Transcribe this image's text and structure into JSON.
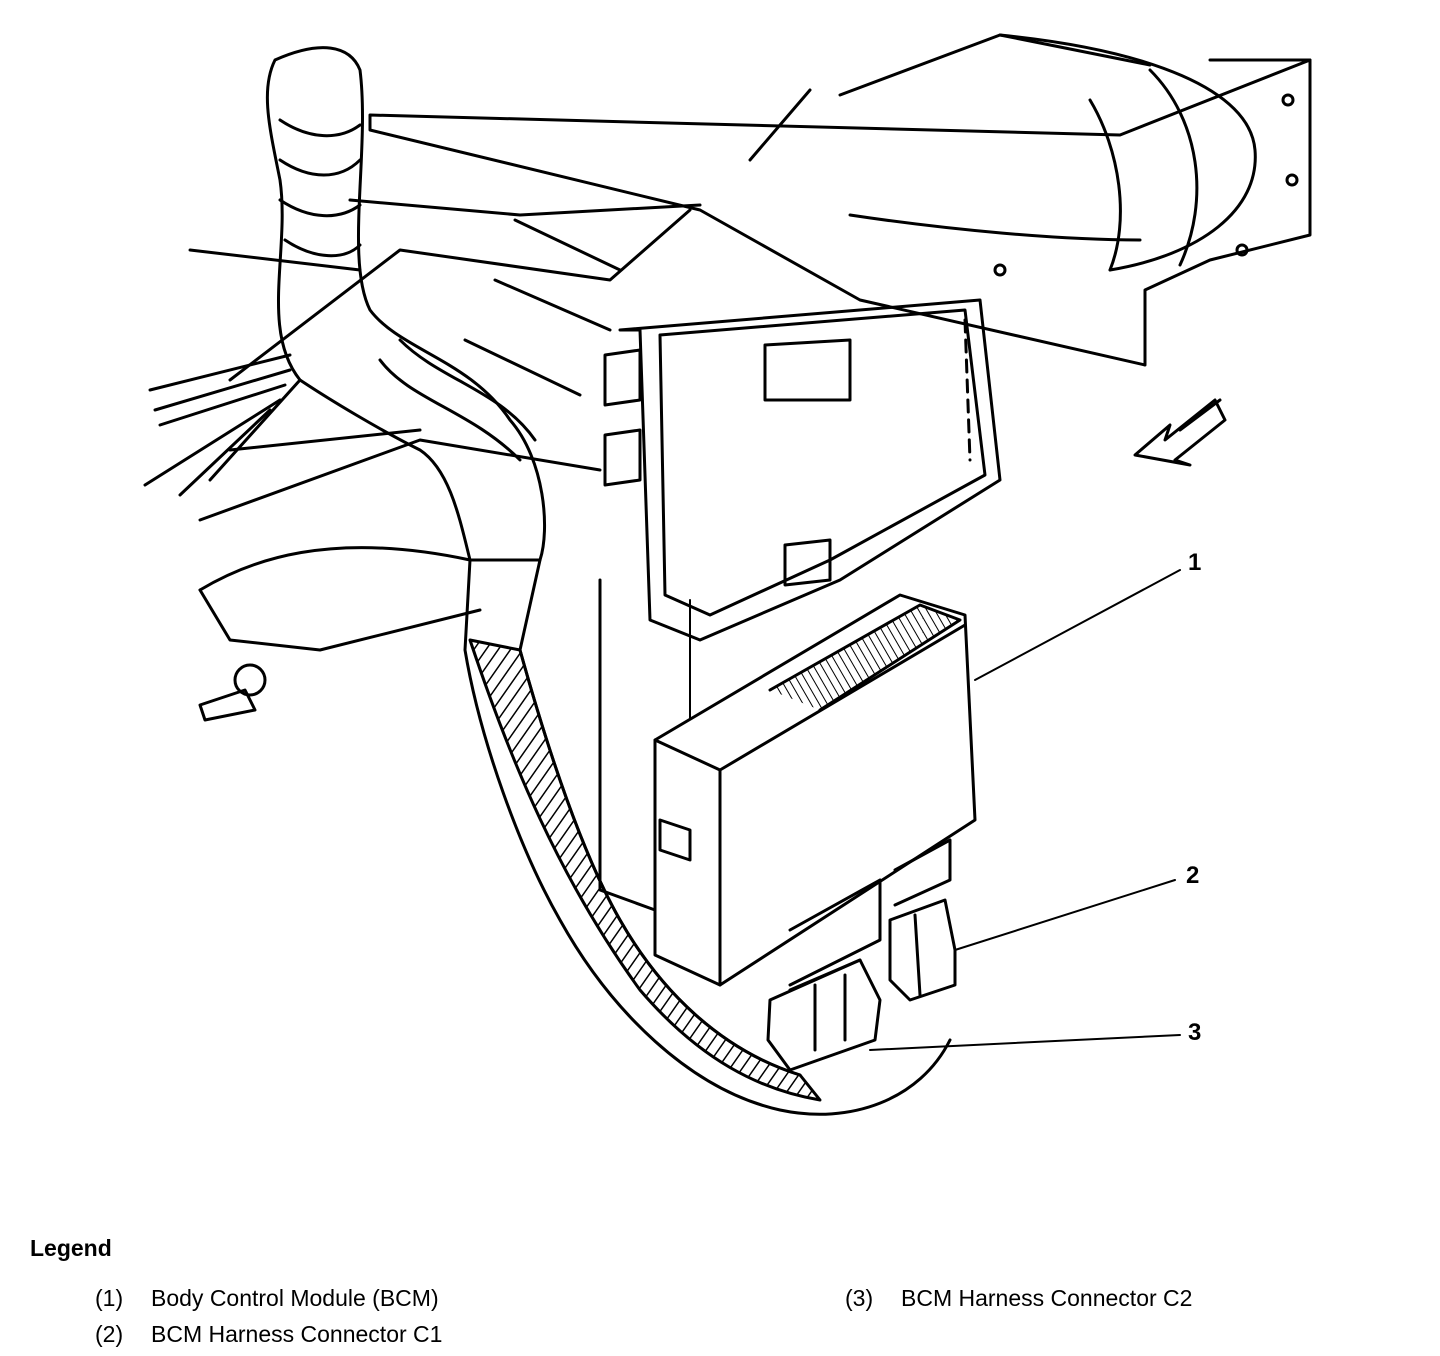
{
  "diagram": {
    "callouts": [
      "1",
      "2",
      "3"
    ]
  },
  "legend": {
    "title": "Legend",
    "items": [
      {
        "num": "(1)",
        "label": "Body Control Module (BCM)"
      },
      {
        "num": "(2)",
        "label": "BCM Harness Connector C1"
      },
      {
        "num": "(3)",
        "label": "BCM Harness Connector C2"
      }
    ]
  }
}
